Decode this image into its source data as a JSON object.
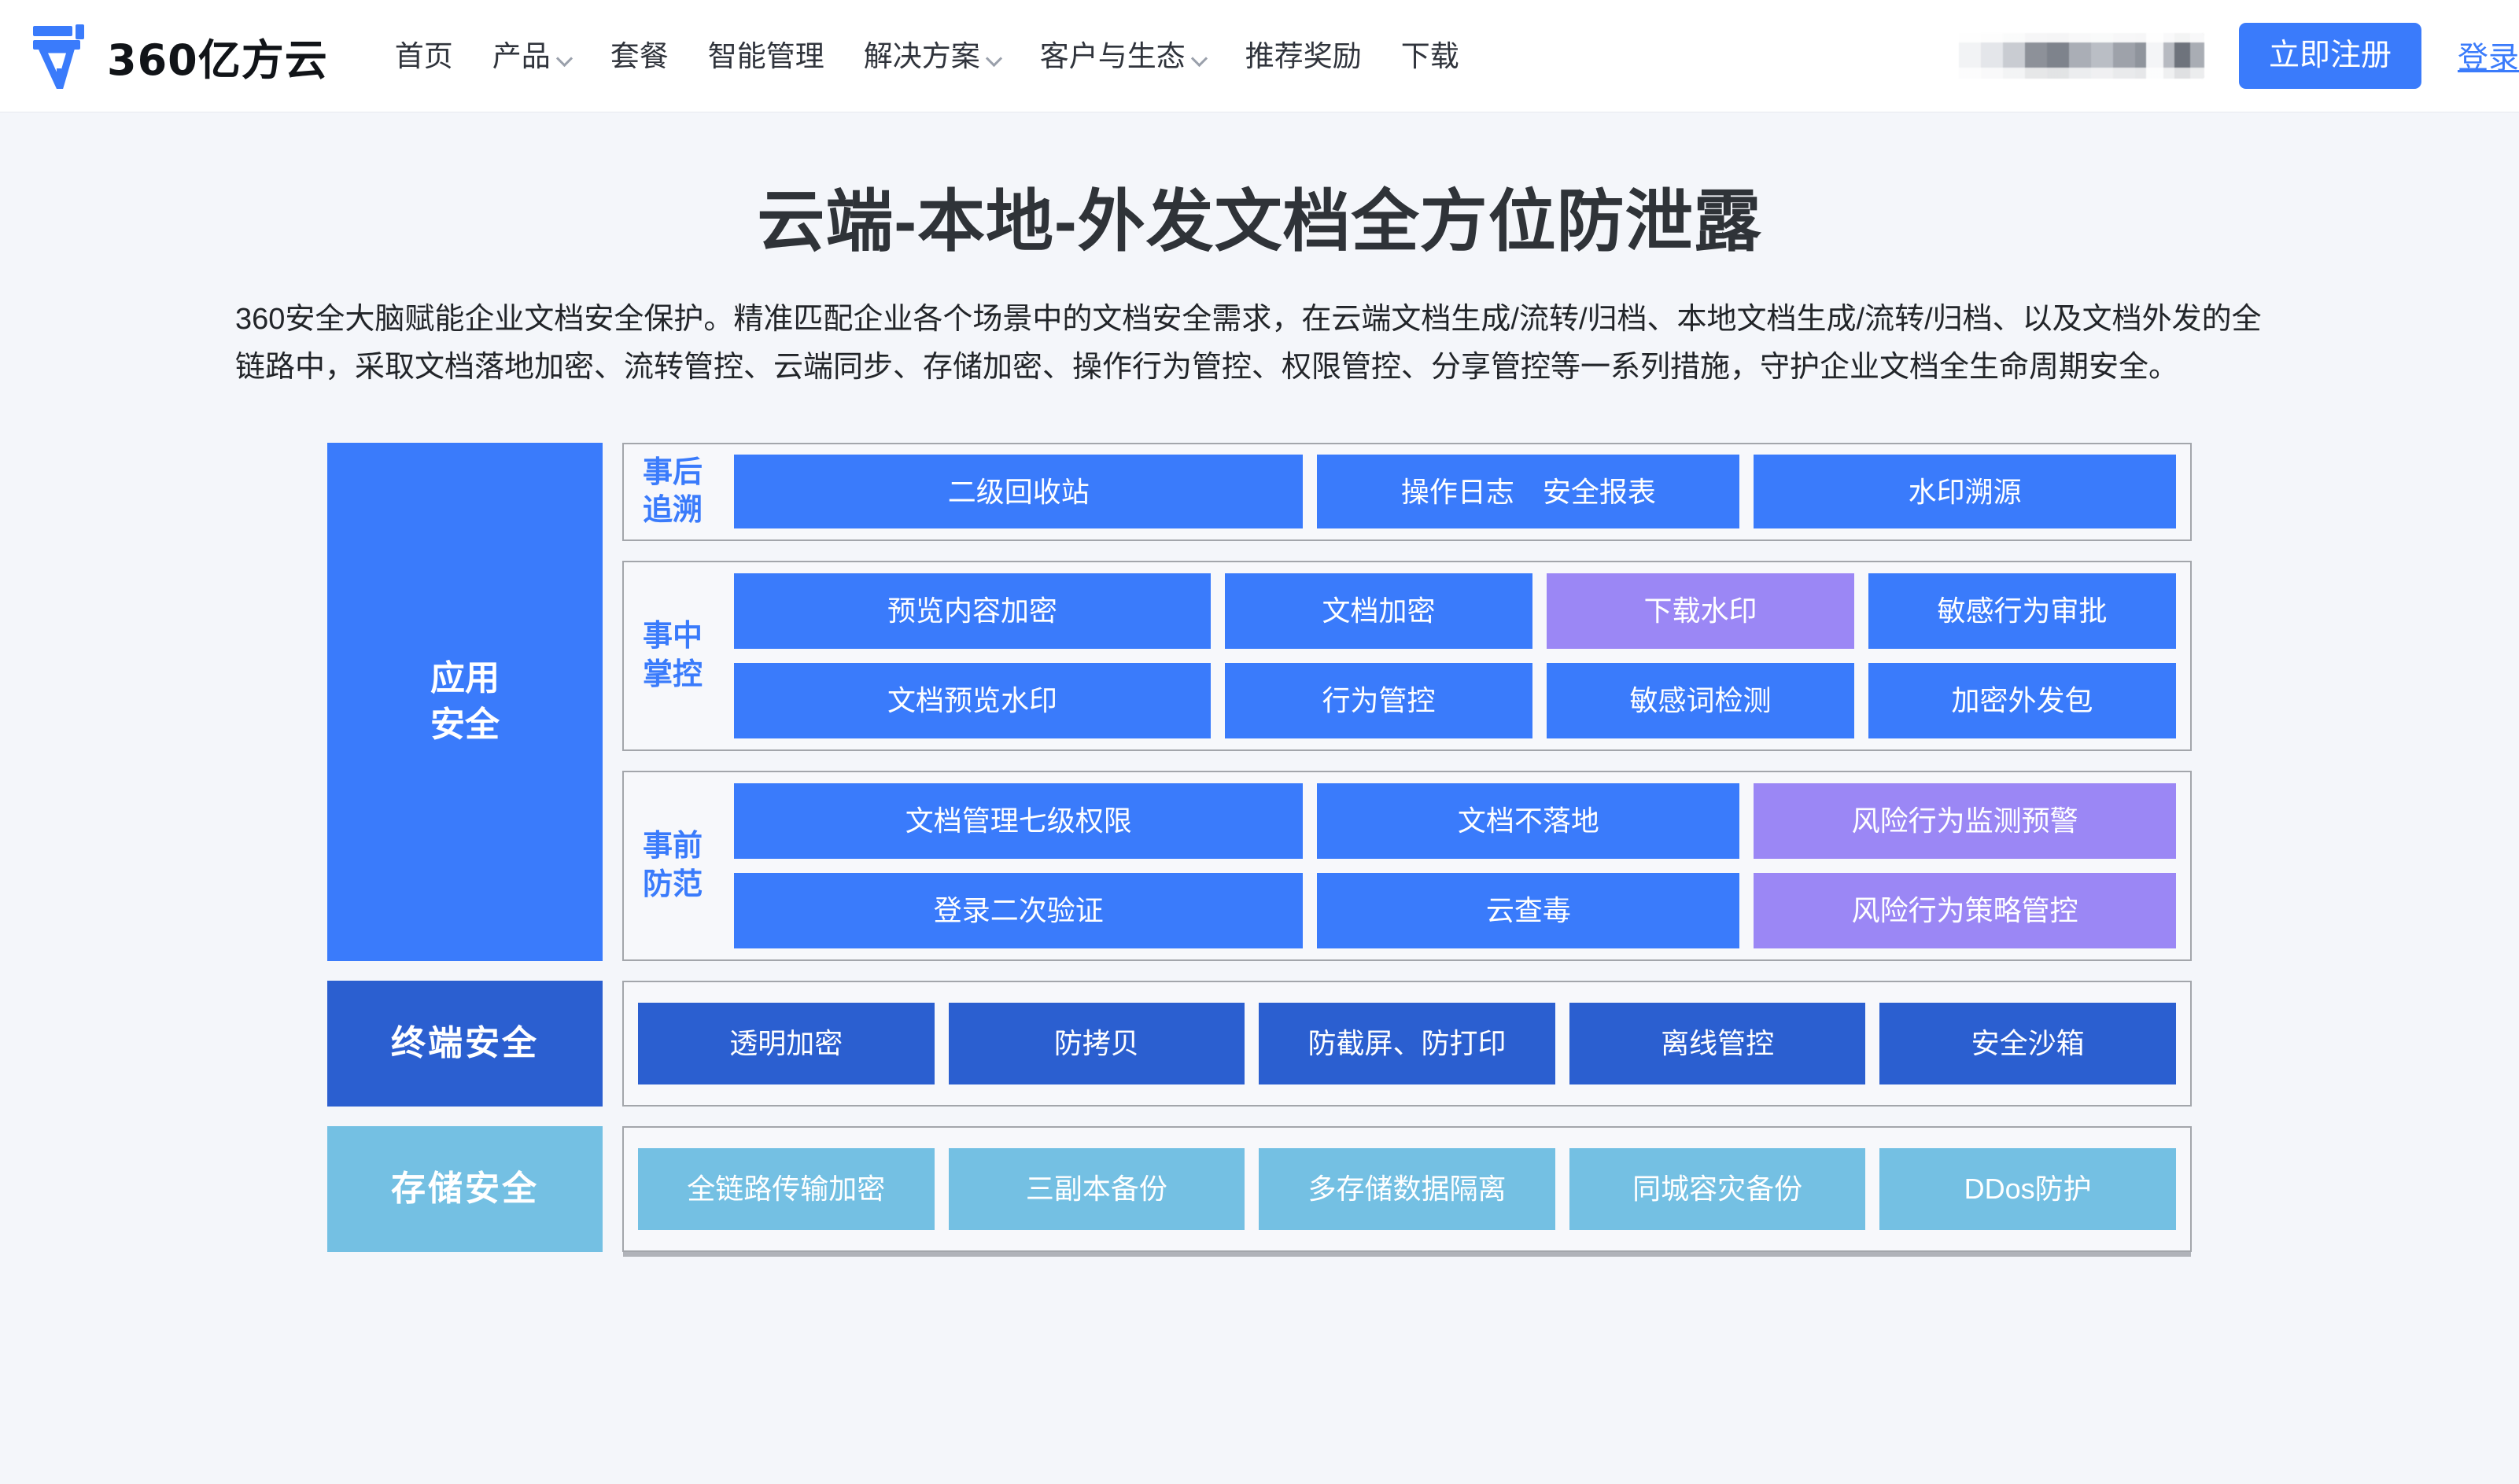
{
  "header": {
    "brand": {
      "name": "360亿方云",
      "logo_icon": "pen-nib-logo-icon",
      "accent": "#3a7bfb"
    },
    "nav": [
      {
        "label": "首页",
        "has_dropdown": false
      },
      {
        "label": "产品",
        "has_dropdown": true
      },
      {
        "label": "套餐",
        "has_dropdown": false
      },
      {
        "label": "智能管理",
        "has_dropdown": false
      },
      {
        "label": "解决方案",
        "has_dropdown": true
      },
      {
        "label": "客户与生态",
        "has_dropdown": true
      },
      {
        "label": "推荐奖励",
        "has_dropdown": false
      },
      {
        "label": "下载",
        "has_dropdown": false
      }
    ],
    "account_redacted": "",
    "register_label": "立即注册",
    "login_label": "登录"
  },
  "hero": {
    "title": "云端-本地-外发文档全方位防泄露",
    "description": "360安全大脑赋能企业文档安全保护。精准匹配企业各个场景中的文档安全需求，在云端文档生成/流转/归档、本地文档生成/流转/归档、以及文档外发的全链路中，采取文档落地加密、流转管控、云端同步、存储加密、操作行为管控、权限管控、分享管控等一系列措施，守护企业文档全生命周期安全。"
  },
  "diagram": {
    "colors": {
      "blue": "#3a7bfb",
      "purple": "#9b87f5",
      "navy": "#2b5fd0",
      "cyan": "#74c0e3",
      "group_border": "#a3a6ab",
      "group_bg": "#f7f8fb"
    },
    "layers": {
      "application": "应用\n安全",
      "application_line1": "应用",
      "application_line2": "安全",
      "endpoint": "终端安全",
      "storage": "存储安全"
    },
    "groups": [
      {
        "title_line1": "事后",
        "title_line2": "追溯",
        "rows": [
          [
            {
              "label": "二级回收站",
              "color": "blue",
              "width": "wide"
            },
            {
              "label": "操作日志　安全报表",
              "color": "blue",
              "width": "mid"
            },
            {
              "label": "水印溯源",
              "color": "blue",
              "width": "mid"
            }
          ]
        ]
      },
      {
        "title_line1": "事中",
        "title_line2": "掌控",
        "rows": [
          [
            {
              "label": "预览内容加密",
              "color": "blue",
              "width": "wide"
            },
            {
              "label": "文档加密",
              "color": "blue",
              "width": "norm"
            },
            {
              "label": "下载水印",
              "color": "purple",
              "width": "norm"
            },
            {
              "label": "敏感行为审批",
              "color": "blue",
              "width": "norm"
            }
          ],
          [
            {
              "label": "文档预览水印",
              "color": "blue",
              "width": "wide"
            },
            {
              "label": "行为管控",
              "color": "blue",
              "width": "norm"
            },
            {
              "label": "敏感词检测",
              "color": "blue",
              "width": "norm"
            },
            {
              "label": "加密外发包",
              "color": "blue",
              "width": "norm"
            }
          ]
        ]
      },
      {
        "title_line1": "事前",
        "title_line2": "防范",
        "rows": [
          [
            {
              "label": "文档管理七级权限",
              "color": "blue",
              "width": "wide"
            },
            {
              "label": "文档不落地",
              "color": "blue",
              "width": "mid"
            },
            {
              "label": "风险行为监测预警",
              "color": "purple",
              "width": "mid"
            }
          ],
          [
            {
              "label": "登录二次验证",
              "color": "blue",
              "width": "wide"
            },
            {
              "label": "云查毒",
              "color": "blue",
              "width": "mid"
            },
            {
              "label": "风险行为策略管控",
              "color": "purple",
              "width": "mid"
            }
          ]
        ]
      }
    ],
    "endpoint_cells": [
      {
        "label": "透明加密",
        "color": "navy"
      },
      {
        "label": "防拷贝",
        "color": "navy"
      },
      {
        "label": "防截屏、防打印",
        "color": "navy"
      },
      {
        "label": "离线管控",
        "color": "navy"
      },
      {
        "label": "安全沙箱",
        "color": "navy"
      }
    ],
    "storage_cells": [
      {
        "label": "全链路传输加密",
        "color": "cyan"
      },
      {
        "label": "三副本备份",
        "color": "cyan"
      },
      {
        "label": "多存储数据隔离",
        "color": "cyan"
      },
      {
        "label": "同城容灾备份",
        "color": "cyan"
      },
      {
        "label": "DDos防护",
        "color": "cyan"
      }
    ]
  }
}
